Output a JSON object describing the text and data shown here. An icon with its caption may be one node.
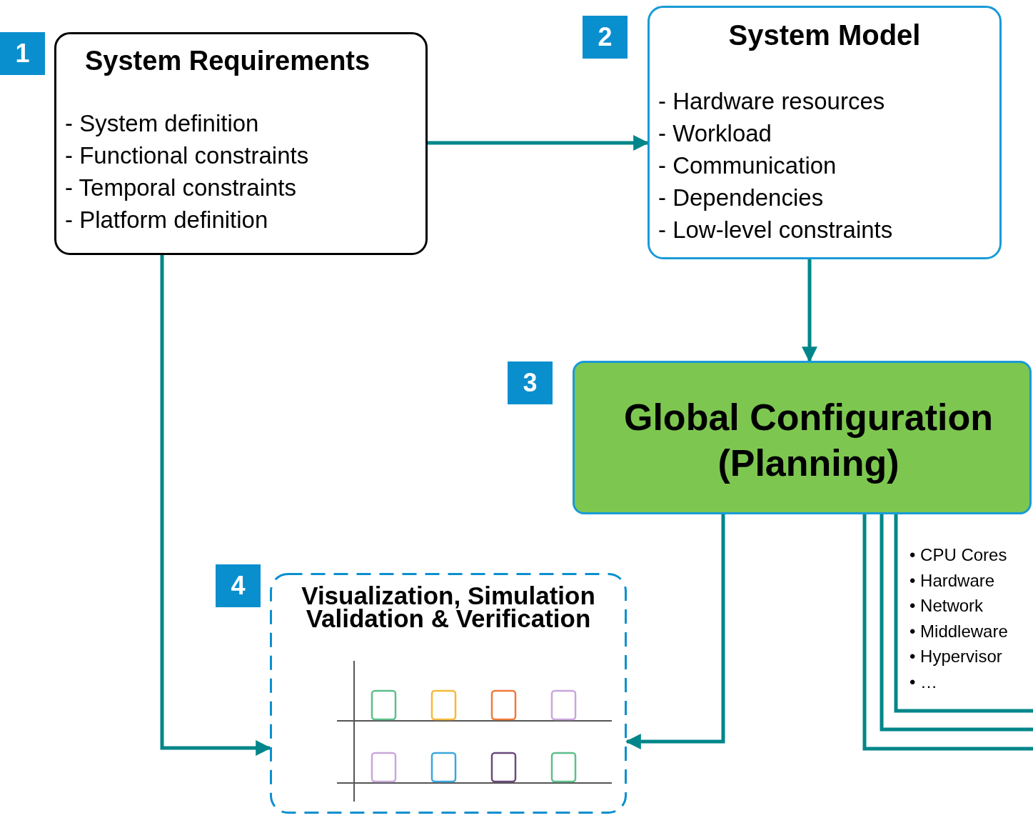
{
  "diagram": {
    "nodes": [
      {
        "text": [
          "1"
        ]
      },
      {
        "text": [
          "System Requirements",
          "- System definition",
          "- Functional constraints",
          "- Temporal constraints",
          "- Platform definition"
        ]
      },
      {
        "text": [
          "2"
        ]
      },
      {
        "text": [
          "System Model",
          "- Hardware resources",
          "- Workload",
          "- Communication",
          "- Dependencies",
          "- Low-level constraints"
        ]
      },
      {
        "text": [
          "3"
        ]
      },
      {
        "text": [
          "Global Configuration (Planning)"
        ]
      },
      {
        "text": [
          "4"
        ]
      },
      {
        "text": [
          "Visualization, Simulation Validation & Verification"
        ]
      }
    ],
    "edges": [
      {
        "from": 1,
        "to": 3,
        "arrow": "to"
      },
      {
        "from": 3,
        "to": 5,
        "arrow": "to"
      },
      {
        "from": 1,
        "to": 7,
        "arrow": "to"
      },
      {
        "from": 5,
        "to": 7,
        "arrow": "to"
      },
      {
        "from": 5,
        "to": null,
        "arrow": "none"
      },
      {
        "from": 5,
        "to": null,
        "arrow": "none"
      },
      {
        "from": 5,
        "to": null,
        "arrow": "none"
      }
    ],
    "labels": [
      "• CPU Cores",
      "• Hardware",
      "• Network",
      "• Middleware",
      "• Hypervisor",
      "• …"
    ]
  }
}
